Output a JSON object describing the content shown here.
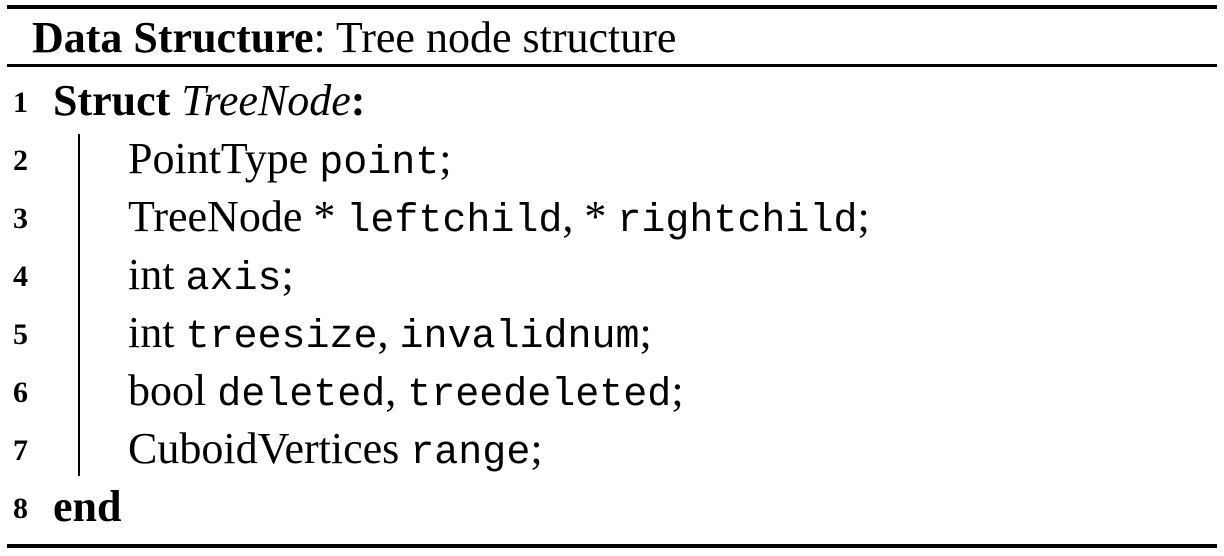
{
  "header": {
    "keyword": "Data Structure",
    "separator": ": ",
    "caption": "Tree node structure"
  },
  "lines": [
    {
      "number": "1",
      "keyword": "Struct",
      "name": "TreeNode",
      "colon": ":"
    },
    {
      "number": "2",
      "type": "PointType",
      "fields": [
        "point"
      ],
      "end": ";"
    },
    {
      "number": "3",
      "type": "TreeNode",
      "ptr1": "*",
      "field1": "leftchild",
      "comma": ",",
      "ptr2": "*",
      "field2": "rightchild",
      "end": ";"
    },
    {
      "number": "4",
      "type": "int",
      "field1": "axis",
      "end": ";"
    },
    {
      "number": "5",
      "type": "int",
      "field1": "treesize",
      "comma": ",",
      "field2": "invalidnum",
      "end": ";"
    },
    {
      "number": "6",
      "type": "bool",
      "field1": "deleted",
      "comma": ",",
      "field2": "treedeleted",
      "end": ";"
    },
    {
      "number": "7",
      "type": "CuboidVertices",
      "field1": "range",
      "end": ";"
    },
    {
      "number": "8",
      "keyword": "end"
    }
  ]
}
